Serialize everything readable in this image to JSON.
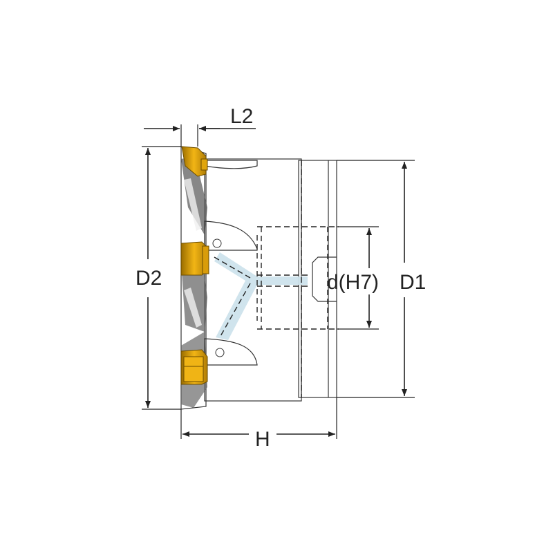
{
  "drawing": {
    "labels": {
      "l2": "L2",
      "d2": "D2",
      "d1": "D1",
      "h": "H",
      "bore": "d(H7)"
    },
    "colors": {
      "body_light": "#e6e6e6",
      "body_dark": "#8c8c8c",
      "insert": "#e0a50c",
      "insert_dark": "#9a6d00",
      "coolant": "#cde3ec",
      "line": "#222222"
    }
  }
}
